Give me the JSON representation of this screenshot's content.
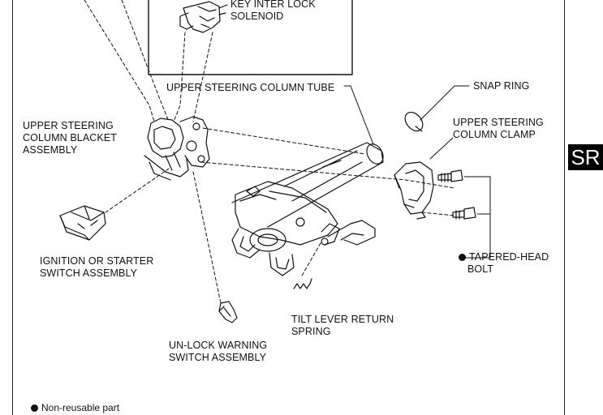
{
  "side_tab": "SR",
  "legend": {
    "text": "Non-reusable part"
  },
  "labels": {
    "key_interlock_solenoid": [
      "KEY INTER LOCK",
      "SOLENOID"
    ],
    "upper_tube": "UPPER STEERING COLUMN TUBE",
    "snap_ring": "SNAP RING",
    "upper_clamp": [
      "UPPER STEERING",
      "COLUMN CLAMP"
    ],
    "bracket": [
      "UPPER STEERING",
      "COLUMN BLACKET",
      "ASSEMBLY"
    ],
    "ignition": [
      "IGNITION OR STARTER",
      "SWITCH ASSEMBLY"
    ],
    "tapered_bolt": [
      "TAPERED-HEAD",
      "BOLT"
    ],
    "tilt_spring": [
      "TILT LEVER RETURN",
      "SPRING"
    ],
    "unlock_switch": [
      "UN-LOCK WARNING",
      "SWITCH ASSEMBLY"
    ]
  }
}
